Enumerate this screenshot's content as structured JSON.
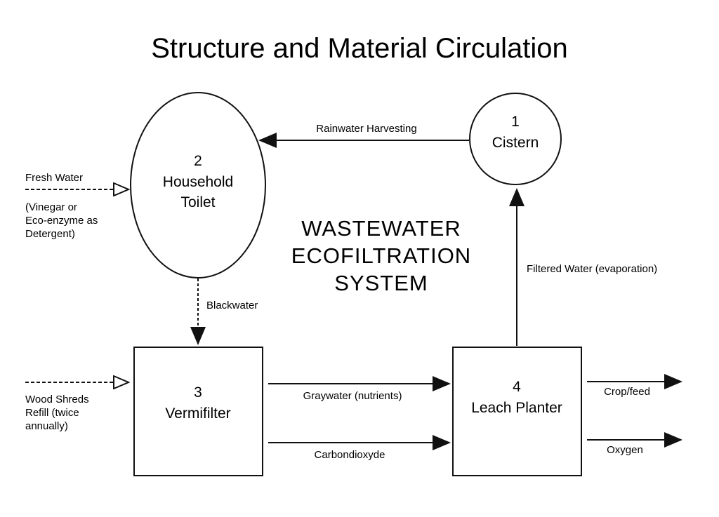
{
  "title": "Structure and Material Circulation",
  "system_label": [
    "WASTEWATER",
    "ECOFILTRATION",
    "SYSTEM"
  ],
  "nodes": {
    "cistern": {
      "number": "1",
      "name": "Cistern"
    },
    "toilet": {
      "number": "2",
      "name_line1": "Household",
      "name_line2": "Toilet"
    },
    "vermifilter": {
      "number": "3",
      "name": "Vermifilter"
    },
    "planter": {
      "number": "4",
      "name": "Leach Planter"
    }
  },
  "flows": {
    "rainwater": "Rainwater Harvesting",
    "blackwater": "Blackwater",
    "graywater": "Graywater (nutrients)",
    "co2": "Carbondioxyde",
    "filtered": "Filtered Water (evaporation)",
    "crop": "Crop/feed",
    "oxygen": "Oxygen"
  },
  "inputs": {
    "fresh_water": [
      "Fresh Water"
    ],
    "detergent": [
      "(Vinegar or",
      "Eco-enzyme as",
      "Detergent)"
    ],
    "wood_shreds": [
      "Wood Shreds",
      "Refill (twice",
      "annually)"
    ]
  }
}
